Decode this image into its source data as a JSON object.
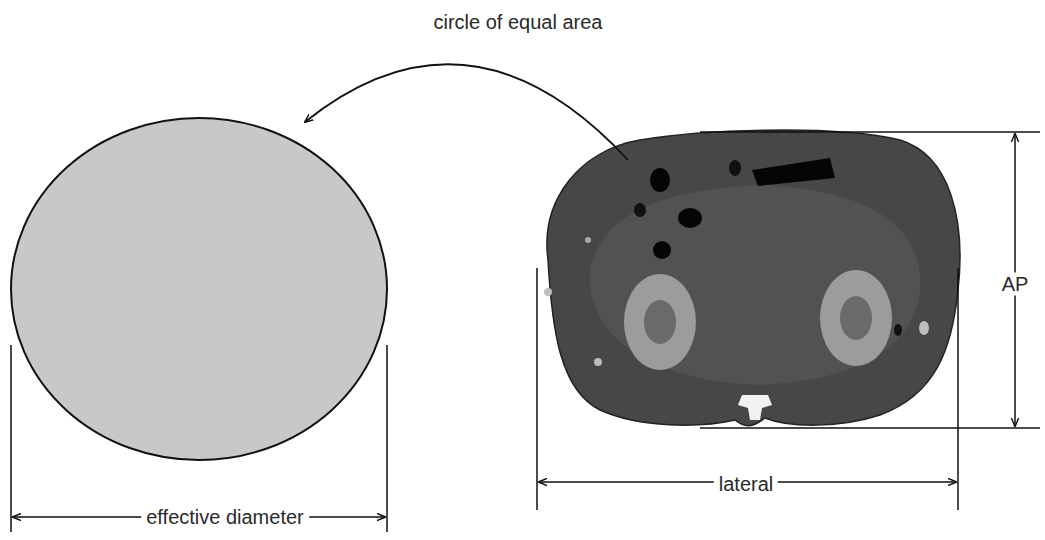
{
  "diagram": {
    "labels": [
      "circle of equal area",
      "effective diameter",
      "lateral",
      "AP"
    ]
  }
}
